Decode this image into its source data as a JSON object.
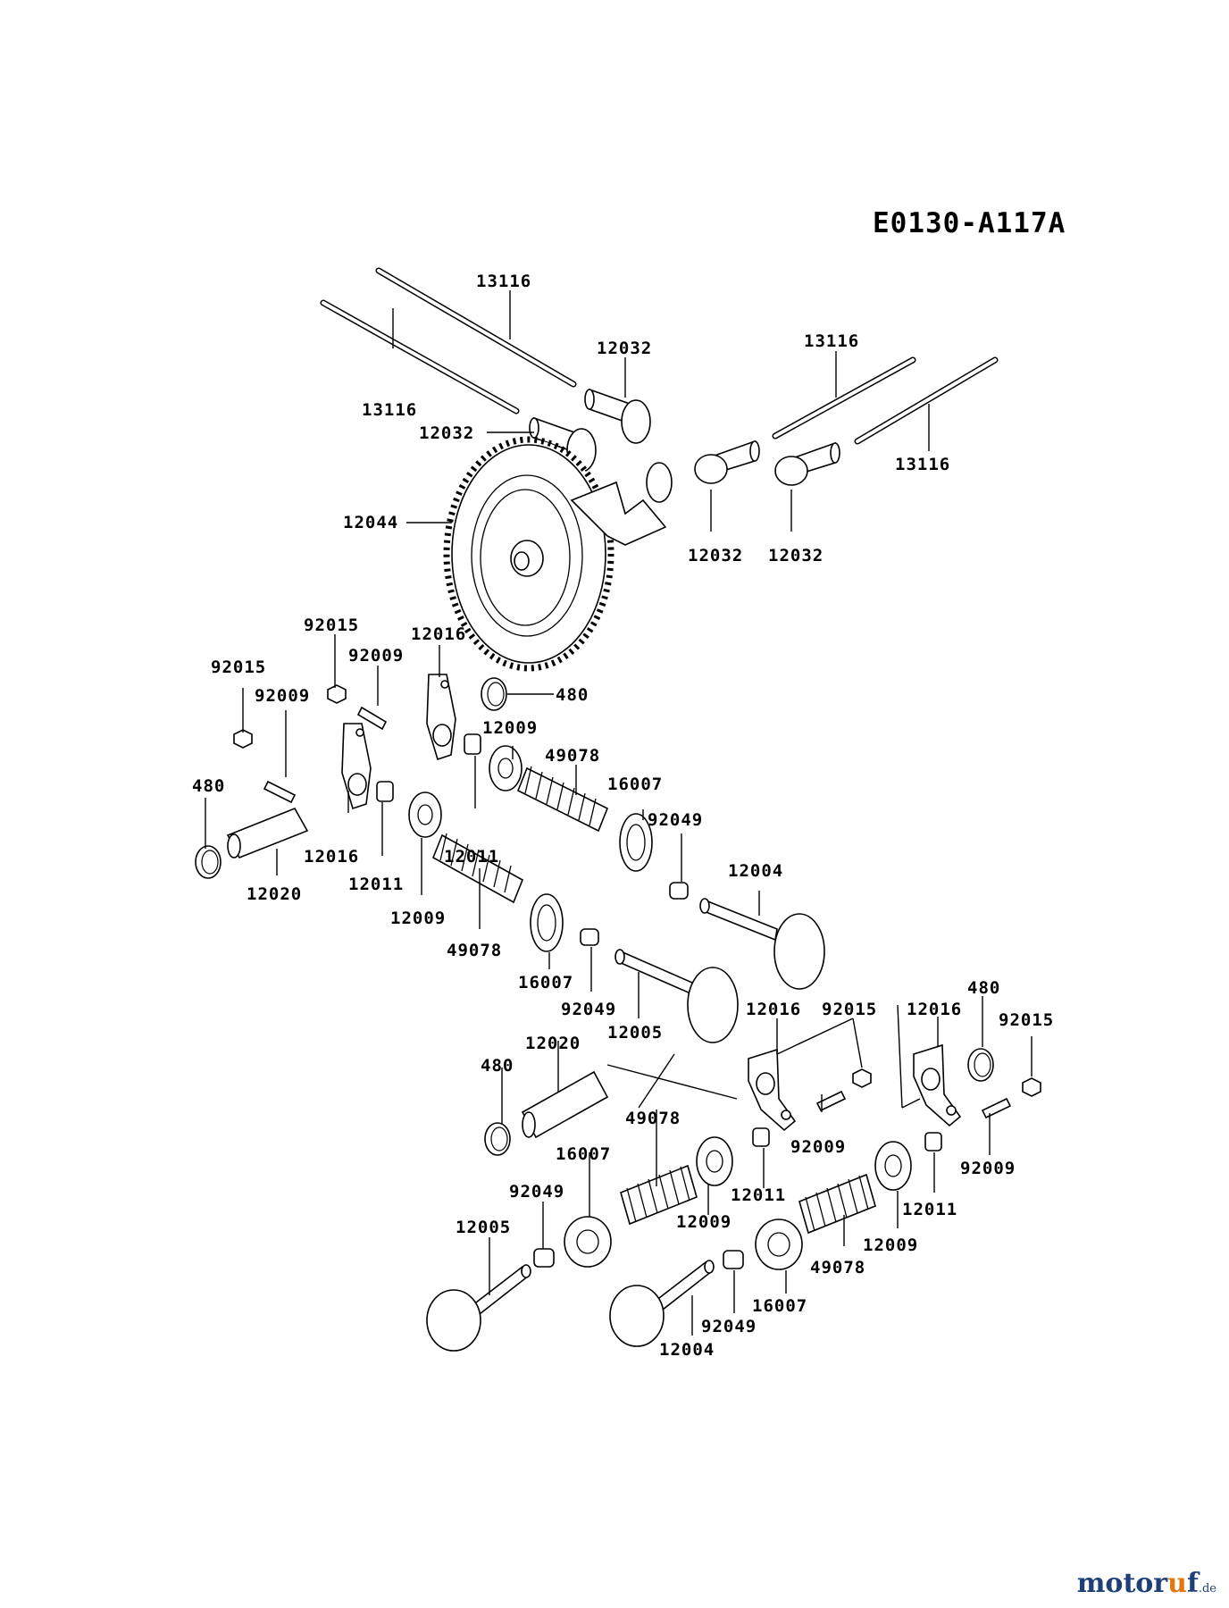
{
  "diagram_id": "E0130-A117A",
  "watermark": {
    "brand_a": "motor",
    "brand_b": "u",
    "brand_c": "f",
    "tld": ".de"
  },
  "callouts": [
    {
      "id": "c1",
      "label": "13116"
    },
    {
      "id": "c2",
      "label": "12032"
    },
    {
      "id": "c3",
      "label": "13116"
    },
    {
      "id": "c4",
      "label": "12032"
    },
    {
      "id": "c5",
      "label": "13116"
    },
    {
      "id": "c6",
      "label": "13116"
    },
    {
      "id": "c7",
      "label": "12044"
    },
    {
      "id": "c8",
      "label": "12032"
    },
    {
      "id": "c9",
      "label": "12032"
    },
    {
      "id": "c10",
      "label": "92015"
    },
    {
      "id": "c11",
      "label": "12016"
    },
    {
      "id": "c12",
      "label": "92009"
    },
    {
      "id": "c13",
      "label": "92015"
    },
    {
      "id": "c14",
      "label": "480"
    },
    {
      "id": "c15",
      "label": "92009"
    },
    {
      "id": "c16",
      "label": "12009"
    },
    {
      "id": "c17",
      "label": "49078"
    },
    {
      "id": "c18",
      "label": "16007"
    },
    {
      "id": "c19",
      "label": "480"
    },
    {
      "id": "c20",
      "label": "92049"
    },
    {
      "id": "c21",
      "label": "12016"
    },
    {
      "id": "c22",
      "label": "12011"
    },
    {
      "id": "c23",
      "label": "12004"
    },
    {
      "id": "c24",
      "label": "12011"
    },
    {
      "id": "c25",
      "label": "12020"
    },
    {
      "id": "c26",
      "label": "12009"
    },
    {
      "id": "c27",
      "label": "49078"
    },
    {
      "id": "c28",
      "label": "16007"
    },
    {
      "id": "c29",
      "label": "92049"
    },
    {
      "id": "c30",
      "label": "12005"
    },
    {
      "id": "c31",
      "label": "12016"
    },
    {
      "id": "c32",
      "label": "92015"
    },
    {
      "id": "c33",
      "label": "12016"
    },
    {
      "id": "c34",
      "label": "480"
    },
    {
      "id": "c35",
      "label": "92015"
    },
    {
      "id": "c36",
      "label": "12020"
    },
    {
      "id": "c37",
      "label": "480"
    },
    {
      "id": "c38",
      "label": "49078"
    },
    {
      "id": "c39",
      "label": "16007"
    },
    {
      "id": "c40",
      "label": "92009"
    },
    {
      "id": "c41",
      "label": "92009"
    },
    {
      "id": "c42",
      "label": "92049"
    },
    {
      "id": "c43",
      "label": "12011"
    },
    {
      "id": "c44",
      "label": "12011"
    },
    {
      "id": "c45",
      "label": "12005"
    },
    {
      "id": "c46",
      "label": "12009"
    },
    {
      "id": "c47",
      "label": "12009"
    },
    {
      "id": "c48",
      "label": "49078"
    },
    {
      "id": "c49",
      "label": "16007"
    },
    {
      "id": "c50",
      "label": "92049"
    },
    {
      "id": "c51",
      "label": "12004"
    }
  ]
}
